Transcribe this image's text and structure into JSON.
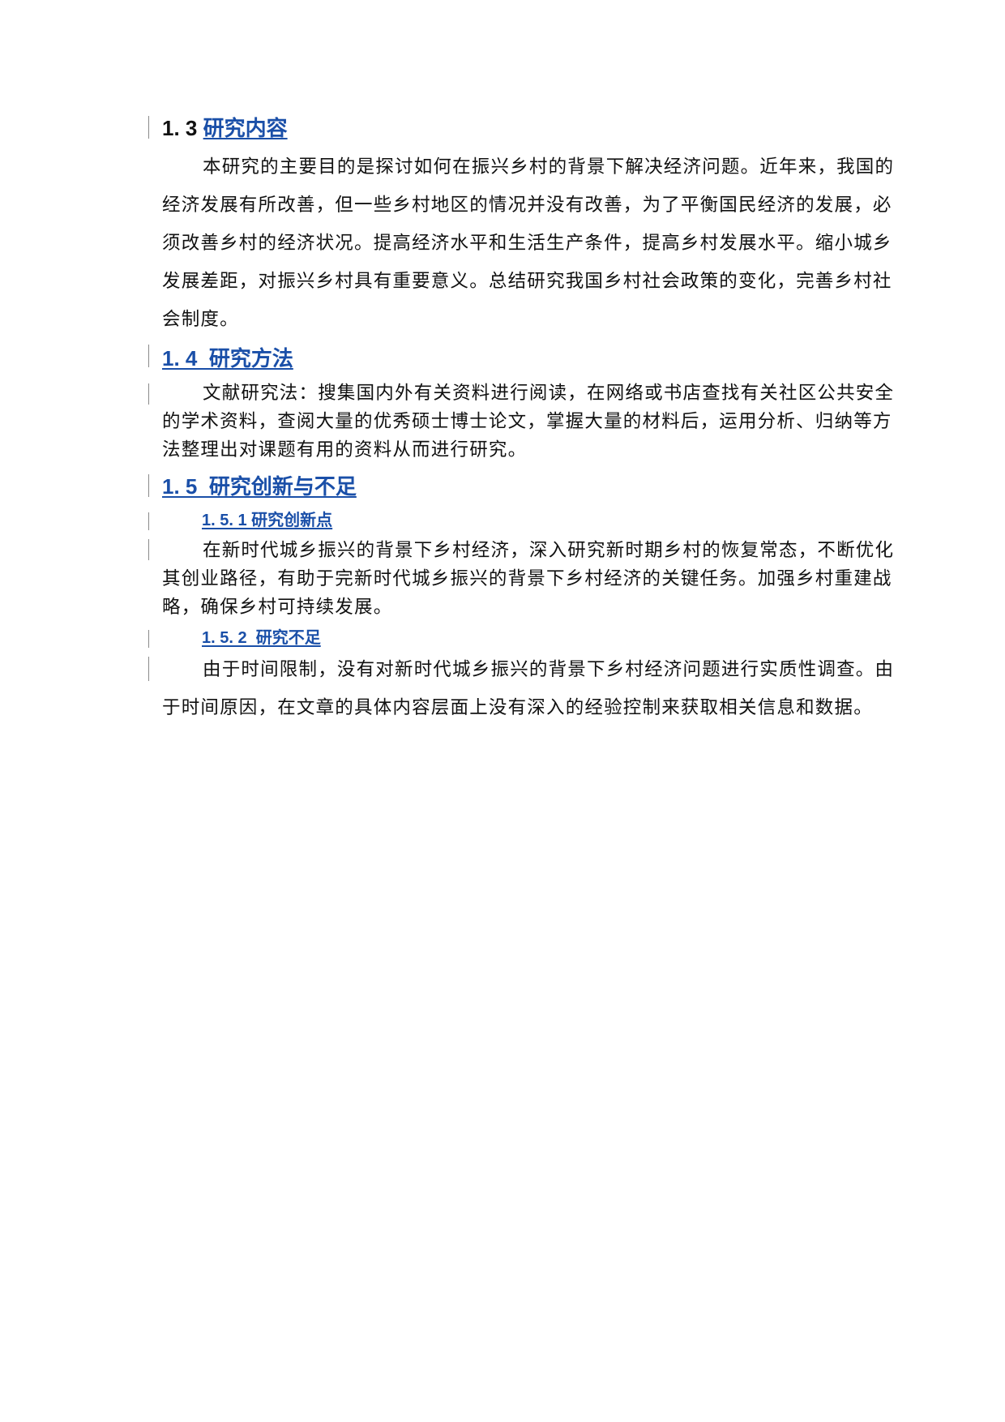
{
  "document": {
    "sections": [
      {
        "id": "1.3",
        "number": "1. 3",
        "title": "研究内容",
        "body": "本研究的主要目的是探讨如何在振兴乡村的背景下解决经济问题。近年来，我国的经济发展有所改善，但一些乡村地区的情况并没有改善，为了平衡国民经济的发展，必须改善乡村的经济状况。提高经济水平和生活生产条件，提高乡村发展水平。缩小城乡发展差距，对振兴乡村具有重要意义。总结研究我国乡村社会政策的变化，完善乡村社会制度。"
      },
      {
        "id": "1.4",
        "heading": "1. 4  研究方法",
        "body": "文献研究法：搜集国内外有关资料进行阅读，在网络或书店查找有关社区公共安全的学术资料，查阅大量的优秀硕士博士论文，掌握大量的材料后，运用分析、归纳等方法整理出对课题有用的资料从而进行研究。"
      },
      {
        "id": "1.5",
        "heading": "1. 5  研究创新与不足",
        "subsections": [
          {
            "id": "1.5.1",
            "heading": "1. 5. 1 研究创新点",
            "body": "在新时代城乡振兴的背景下乡村经济，深入研究新时期乡村的恢复常态，不断优化其创业路径，有助于完新时代城乡振兴的背景下乡村经济的关键任务。加强乡村重建战略，确保乡村可持续发展。"
          },
          {
            "id": "1.5.2",
            "heading": "1. 5. 2  研究不足",
            "body": "由于时间限制，没有对新时代城乡振兴的背景下乡村经济问题进行实质性调查。由于时间原因，在文章的具体内容层面上没有深入的经验控制来获取相关信息和数据。"
          }
        ]
      }
    ]
  },
  "colors": {
    "heading_link": "#1a4fa8",
    "body_text": "#111111",
    "change_bar": "#8a8a8a"
  }
}
